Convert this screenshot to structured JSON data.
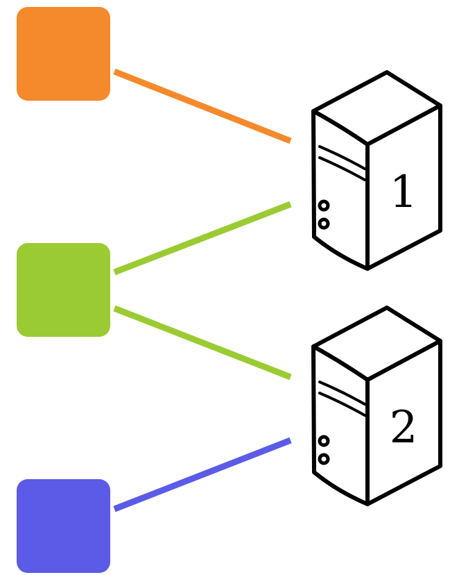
{
  "colors": {
    "orange": "#F58A2C",
    "green": "#9BCB33",
    "blue": "#5B5BE8",
    "outline": "#000000",
    "background": "#FFFFFF"
  },
  "clients": [
    {
      "color_key": "orange"
    },
    {
      "color_key": "green"
    },
    {
      "color_key": "blue"
    }
  ],
  "servers": [
    {
      "icon": "server-tower-icon",
      "label": "1"
    },
    {
      "icon": "server-tower-icon",
      "label": "2"
    }
  ],
  "connections": [
    {
      "from": 0,
      "to": 0,
      "color_key": "orange"
    },
    {
      "from": 1,
      "to": 0,
      "color_key": "green"
    },
    {
      "from": 1,
      "to": 1,
      "color_key": "green"
    },
    {
      "from": 2,
      "to": 1,
      "color_key": "blue"
    }
  ]
}
